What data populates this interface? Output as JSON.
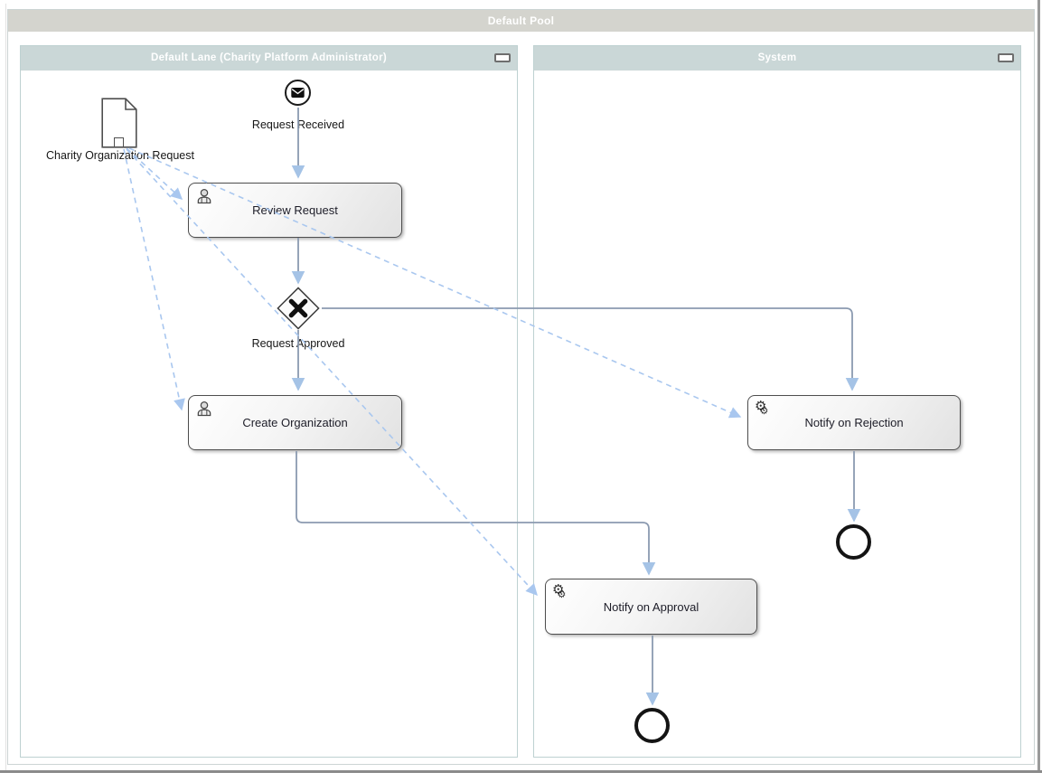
{
  "pool": {
    "title": "Default Pool"
  },
  "lanes": [
    {
      "title": "Default Lane (Charity Platform Administrator)",
      "collapse_icon": "minimize"
    },
    {
      "title": "System",
      "collapse_icon": "minimize"
    }
  ],
  "nodes": {
    "start_event": {
      "label": "Request Received",
      "icon": "envelope-icon"
    },
    "data_object": {
      "label": "Charity Organization Request"
    },
    "review_request": {
      "label": "Review Request",
      "icon": "user-icon"
    },
    "gateway": {
      "label": "Request Approved",
      "icon": "x-marker-icon"
    },
    "create_organization": {
      "label": "Create Organization",
      "icon": "user-icon"
    },
    "notify_on_rejection": {
      "label": "Notify on Rejection",
      "icon": "gears-icon"
    },
    "notify_on_approval": {
      "label": "Notify on Approval",
      "icon": "gears-icon"
    }
  },
  "icons": {
    "gear_glyph": "⚙"
  },
  "colors": {
    "pool_header_bg": "#d4d4ce",
    "lane_header_bg": "#cad7d7",
    "lane_border": "#bed1d1",
    "sequence_flow": "#8b9ab0",
    "flow_arrowhead": "#a5c3e6",
    "data_association": "#a9c7ef",
    "task_border": "#4e4e4e",
    "header_text": "#ffffff"
  }
}
